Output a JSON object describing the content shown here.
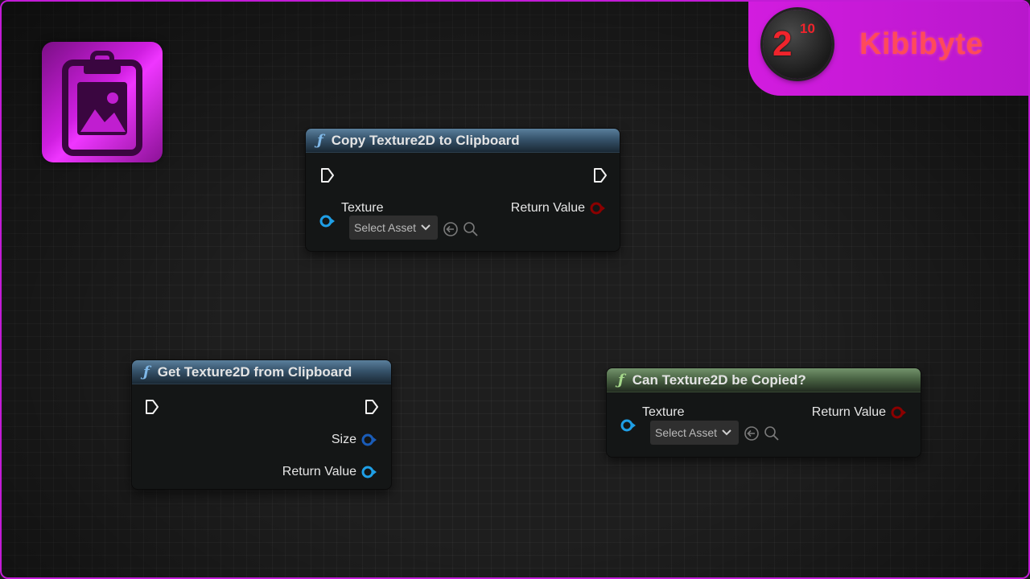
{
  "brand": {
    "logo_base": "2",
    "logo_exponent": "10",
    "name": "Kibibyte",
    "accent_color": "#d21cdf",
    "name_color": "#ff4a5a"
  },
  "app_icon": {
    "icon": "clipboard-image-icon"
  },
  "nodes": {
    "copy": {
      "title": "Copy Texture2D to Clipboard",
      "input_label": "Texture",
      "select_placeholder": "Select Asset",
      "output_label": "Return Value"
    },
    "get": {
      "title": "Get Texture2D from Clipboard",
      "size_label": "Size",
      "output_label": "Return Value"
    },
    "can": {
      "title": "Can Texture2D be Copied?",
      "input_label": "Texture",
      "select_placeholder": "Select Asset",
      "output_label": "Return Value"
    }
  },
  "colors": {
    "object_pin": "#1f9fe6",
    "bool_pin": "#8b0000",
    "struct_pin": "#1a5cb8",
    "header_blue": "#36536b",
    "header_green": "#4a6444"
  }
}
